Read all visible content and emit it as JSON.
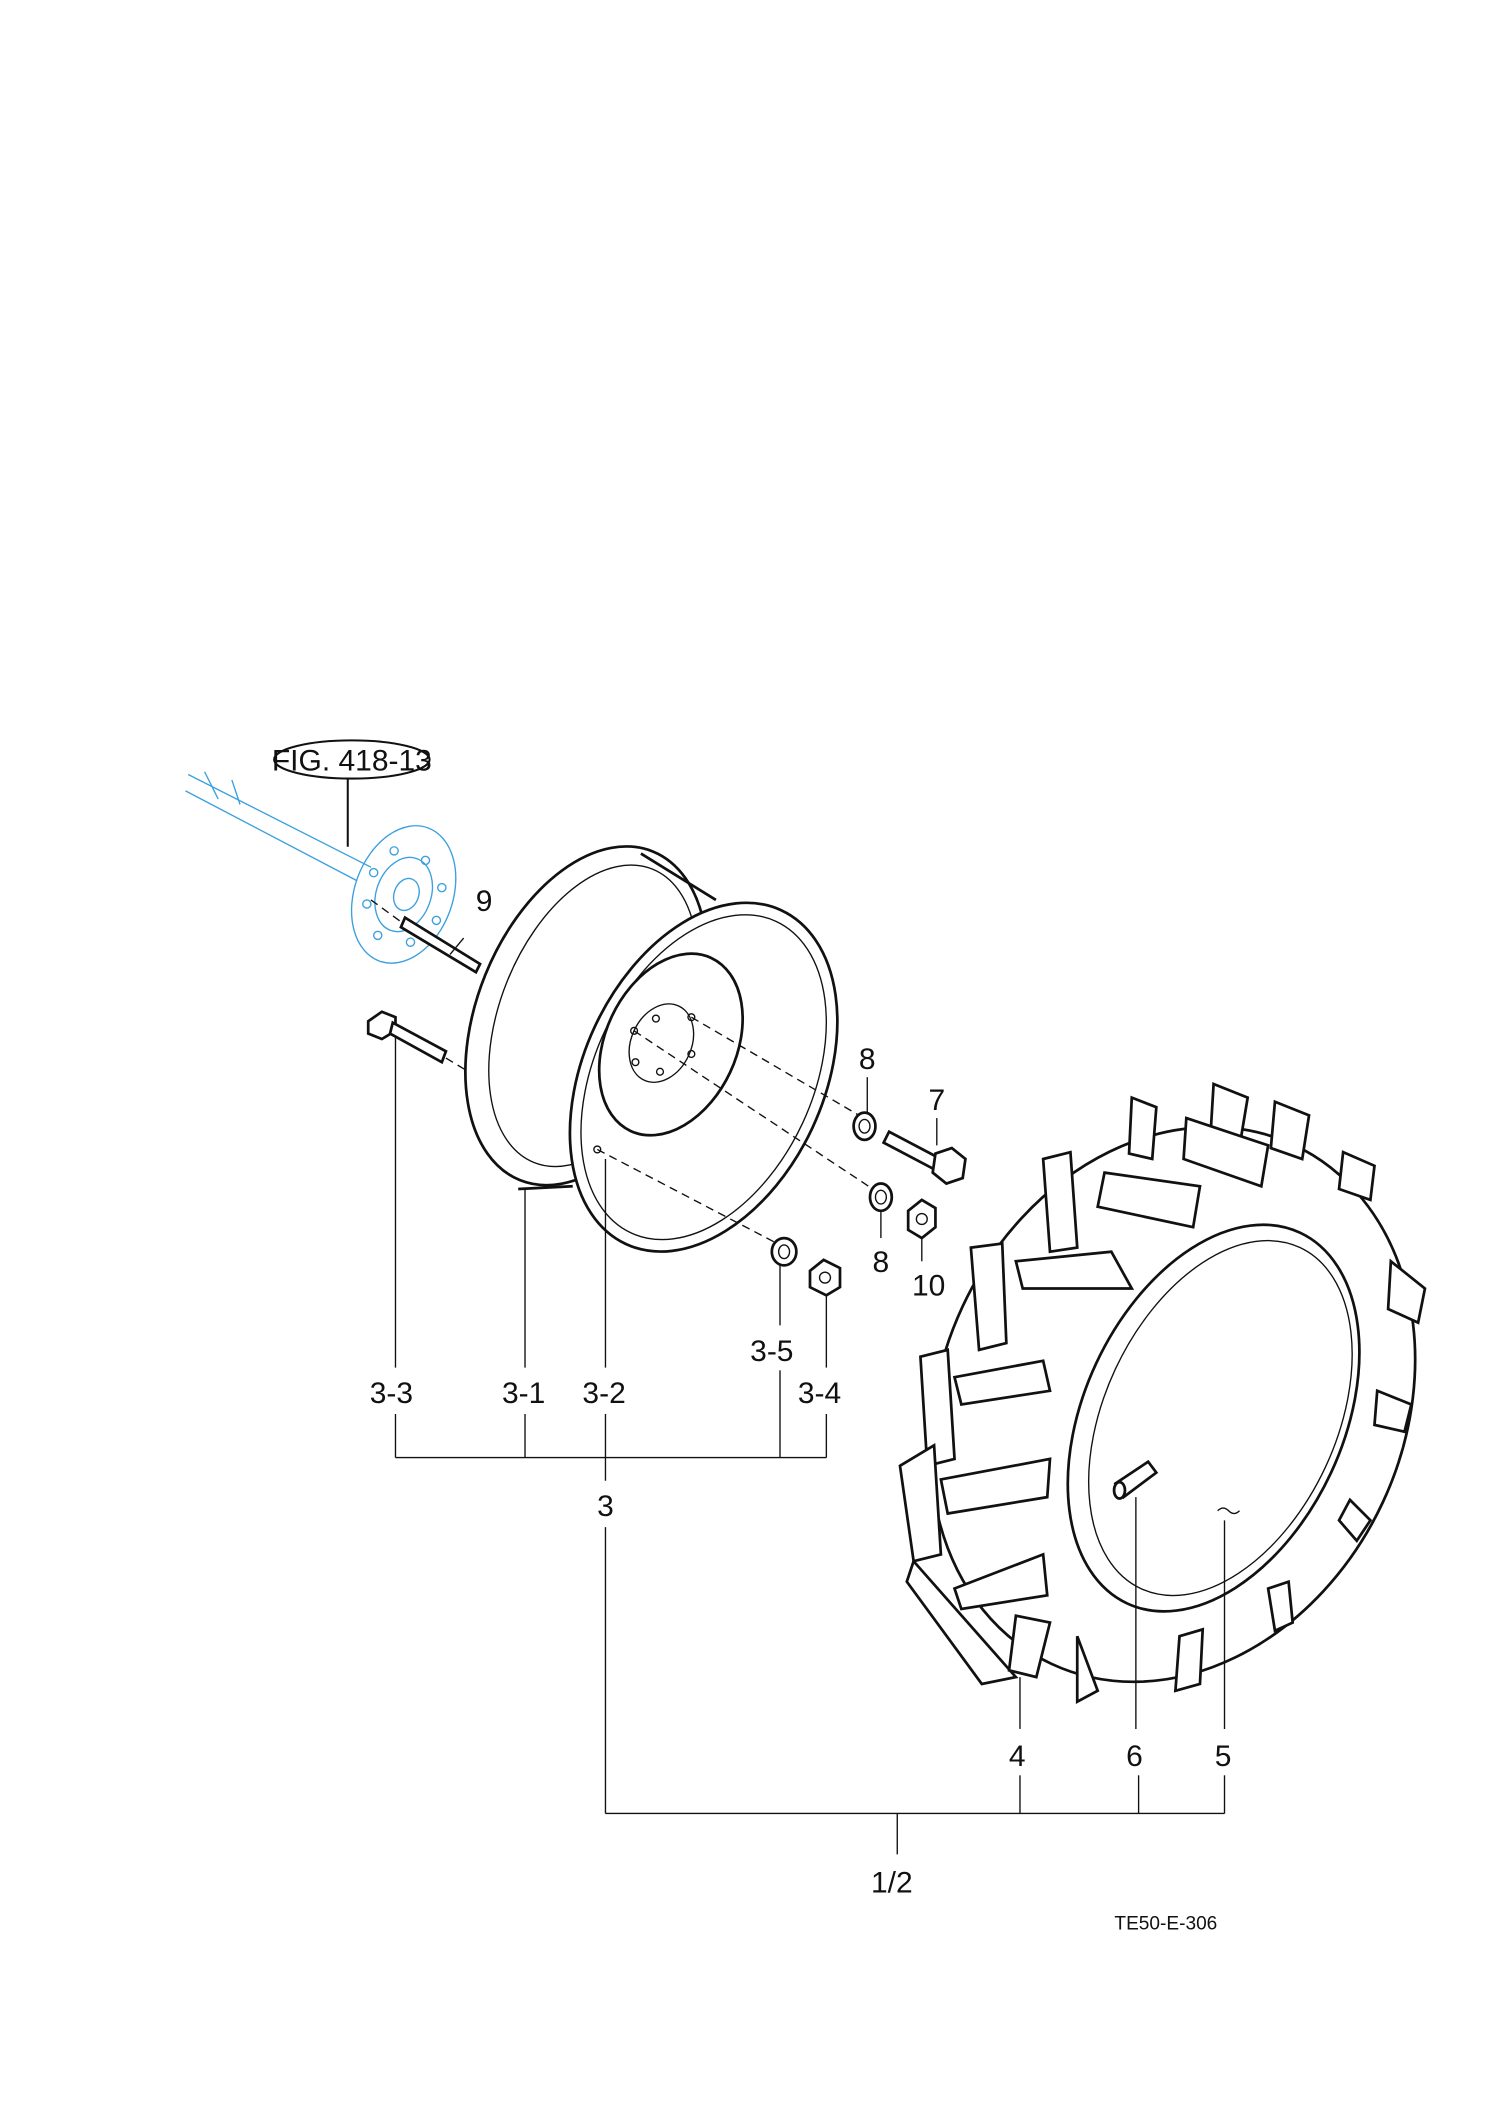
{
  "figure_reference": "FIG. 418-13",
  "drawing_code": "TE50-E-306",
  "colors": {
    "line": "#111111",
    "reference_part": "#3ca0de",
    "background": "#ffffff"
  },
  "callouts": {
    "c9": "9",
    "c8a": "8",
    "c7": "7",
    "c8b": "8",
    "c10": "10",
    "c3_5": "3-5",
    "c3_3": "3-3",
    "c3_1": "3-1",
    "c3_2": "3-2",
    "c3_4": "3-4",
    "c3": "3",
    "c4": "4",
    "c6": "6",
    "c5": "5",
    "c1_2": "1/2"
  }
}
